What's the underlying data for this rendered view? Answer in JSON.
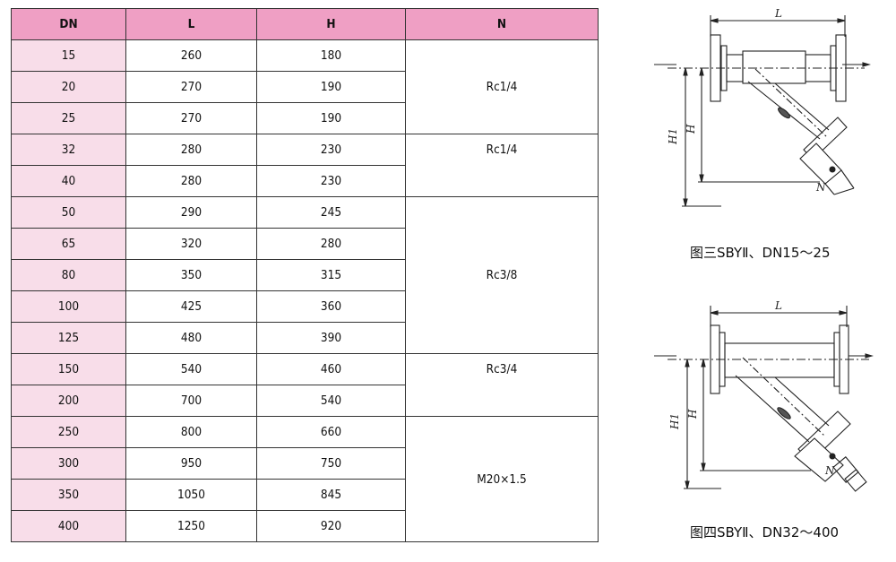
{
  "table": {
    "headers": [
      "DN",
      "L",
      "H",
      "N"
    ],
    "rows": [
      {
        "dn": "15",
        "l": "260",
        "h": "180"
      },
      {
        "dn": "20",
        "l": "270",
        "h": "190"
      },
      {
        "dn": "25",
        "l": "270",
        "h": "190"
      },
      {
        "dn": "32",
        "l": "280",
        "h": "230"
      },
      {
        "dn": "40",
        "l": "280",
        "h": "230"
      },
      {
        "dn": "50",
        "l": "290",
        "h": "245"
      },
      {
        "dn": "65",
        "l": "320",
        "h": "280"
      },
      {
        "dn": "80",
        "l": "350",
        "h": "315"
      },
      {
        "dn": "100",
        "l": "425",
        "h": "360"
      },
      {
        "dn": "125",
        "l": "480",
        "h": "390"
      },
      {
        "dn": "150",
        "l": "540",
        "h": "460"
      },
      {
        "dn": "200",
        "l": "700",
        "h": "540"
      },
      {
        "dn": "250",
        "l": "800",
        "h": "660"
      },
      {
        "dn": "300",
        "l": "950",
        "h": "750"
      },
      {
        "dn": "350",
        "l": "1050",
        "h": "845"
      },
      {
        "dn": "400",
        "l": "1250",
        "h": "920"
      }
    ],
    "n_groups": [
      "Rc1/4",
      "Rc1/4",
      "Rc3/8",
      "Rc3/4",
      "M20×1.5"
    ]
  },
  "figures": [
    {
      "caption": "图三SBYⅡ、DN15～25",
      "labels": {
        "L": "L",
        "H": "H",
        "H1": "H1",
        "N": "N"
      }
    },
    {
      "caption": "图四SBYⅡ、DN32～400",
      "labels": {
        "L": "L",
        "H": "H",
        "H1": "H1",
        "N": "N"
      }
    }
  ]
}
